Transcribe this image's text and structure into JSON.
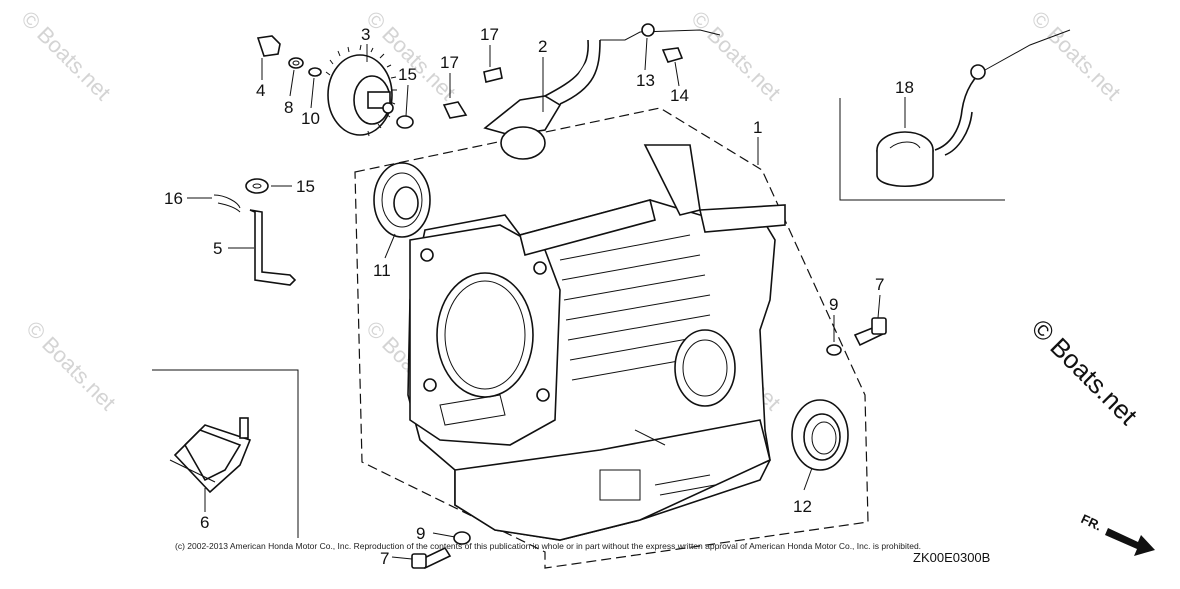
{
  "watermark": "© Boats.net",
  "copyright": "(c) 2002-2013 American Honda Motor Co., Inc. Reproduction of the contents of this publication in whole or in part without the express written approval of American Honda Motor Co., Inc. is prohibited.",
  "diagram_code": "ZK00E0300B",
  "direction_label": "FR.",
  "callouts": {
    "c1": "1",
    "c2": "2",
    "c3": "3",
    "c4": "4",
    "c5": "5",
    "c6": "6",
    "c7a": "7",
    "c7b": "7",
    "c8": "8",
    "c9a": "9",
    "c9b": "9",
    "c10": "10",
    "c11": "11",
    "c12": "12",
    "c13": "13",
    "c14": "14",
    "c15a": "15",
    "c15b": "15",
    "c16": "16",
    "c17a": "17",
    "c17b": "17",
    "c18": "18"
  }
}
